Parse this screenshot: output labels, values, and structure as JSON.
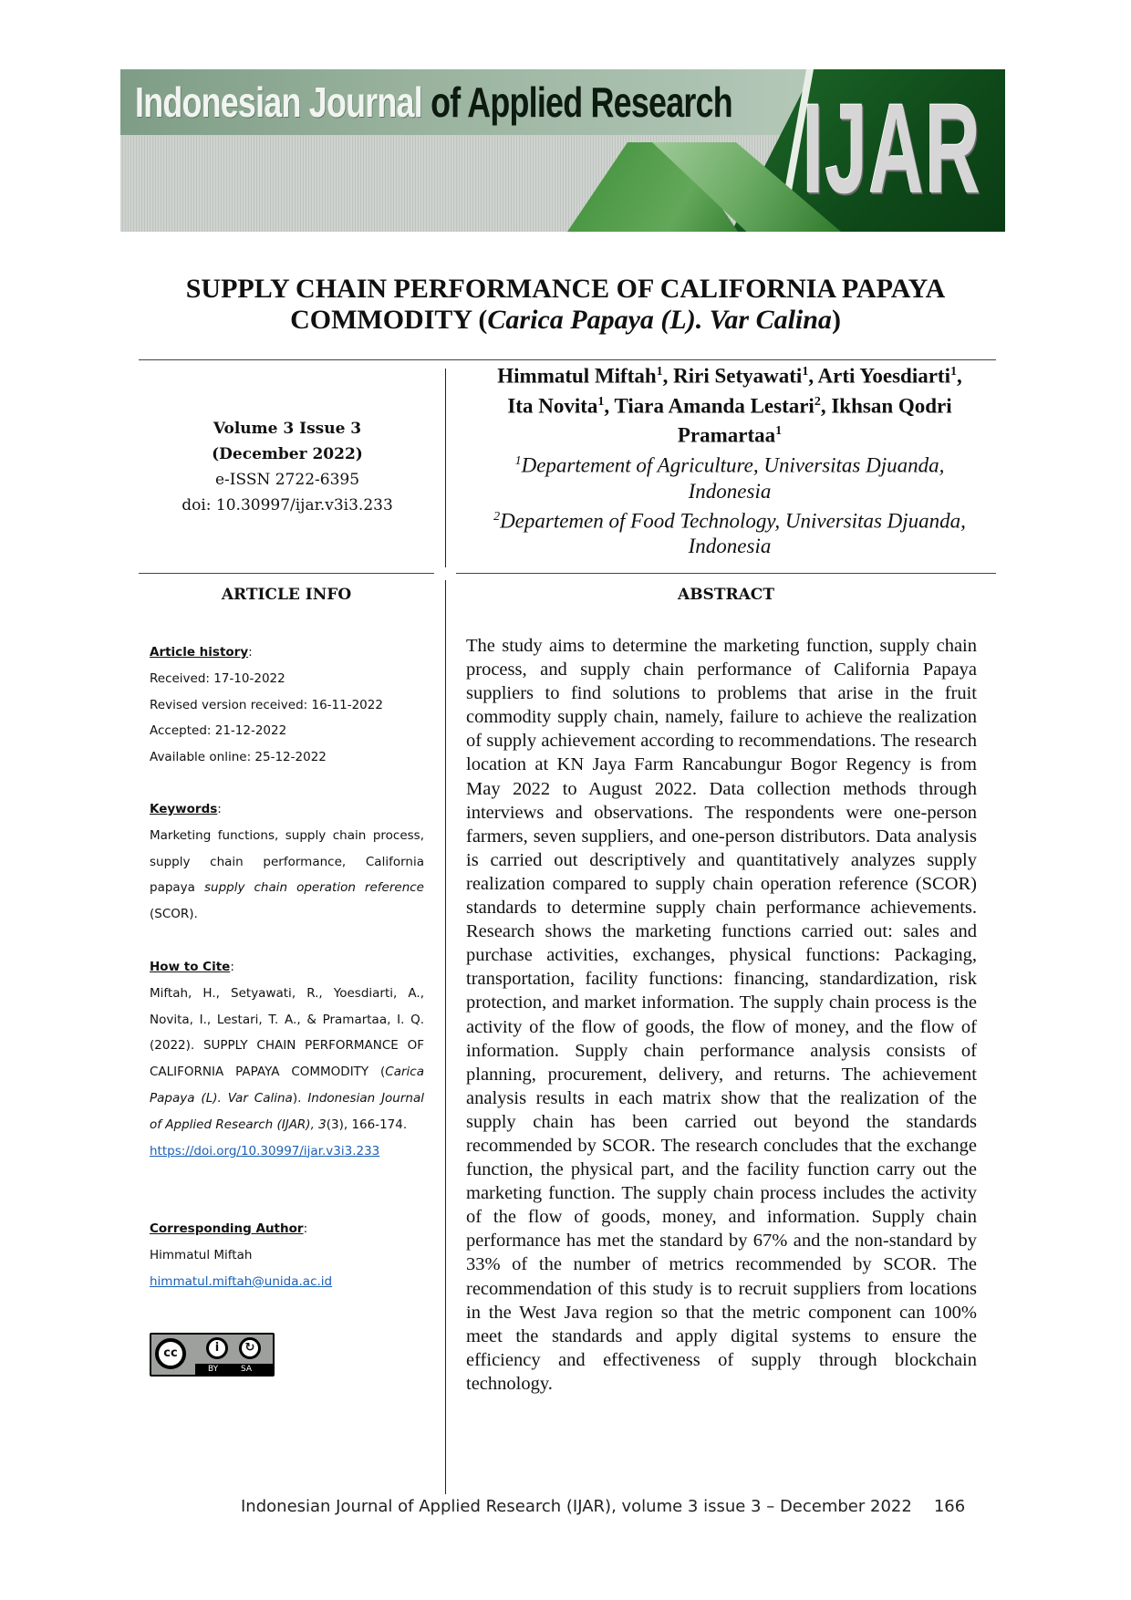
{
  "banner": {
    "title_light": "Indonesian Journal",
    "title_dark": "of Applied Research",
    "logo_text": "IJAR",
    "colors": {
      "green_dark": "#0f4a1a",
      "green_mid": "#3f8f3a",
      "grey": "#c8ccc8"
    }
  },
  "paper": {
    "title_line1": "SUPPLY CHAIN PERFORMANCE OF CALIFORNIA PAPAYA",
    "title_line2_prefix": "COMMODITY (",
    "title_line2_italic": "Carica Papaya (L). Var Calina",
    "title_line2_suffix": ")"
  },
  "issue": {
    "volume": "Volume 3 Issue 3",
    "date": "(December 2022)",
    "issn": "e-ISSN 2722-6395",
    "doi": "doi: 10.30997/ijar.v3i3.233"
  },
  "authors": {
    "a1": "Himmatul Miftah",
    "a1_sup": "1",
    "a2": ", Riri Setyawati",
    "a2_sup": "1",
    "a3": ", Arti Yoesdiarti",
    "a3_sup": "1",
    "a3_end": ",",
    "a4": "Ita Novita",
    "a4_sup": "1",
    "a5": ", Tiara Amanda Lestari",
    "a5_sup": "2",
    "a6": ", Ikhsan Qodri",
    "a6b": "Pramartaa",
    "a6_sup": "1",
    "aff1_sup": "1",
    "aff1_line1": "Departement of Agriculture, Universitas Djuanda,",
    "aff1_line2": "Indonesia",
    "aff2_sup": "2",
    "aff2_line1": "Departemen of Food Technology, Universitas Djuanda,",
    "aff2_line2": "Indonesia"
  },
  "article_info": {
    "heading": "ARTICLE INFO",
    "history_label": "Article history",
    "received": "Received: 17-10-2022",
    "revised": "Revised version received: 16-11-2022",
    "accepted": "Accepted: 21-12-2022",
    "online": "Available online: 25-12-2022",
    "keywords_label": "Keywords",
    "keywords_text": "Marketing functions, supply chain process, supply chain performance, California papaya ",
    "keywords_italic": "supply chain operation reference",
    "keywords_end": " (SCOR).",
    "cite_label": "How to Cite",
    "cite_text": "Miftah, H., Setyawati, R., Yoesdiarti, A., Novita, I., Lestari, T. A., & Pramartaa, I. Q. (2022). SUPPLY CHAIN PERFORMANCE OF CALIFORNIA PAPAYA COMMODITY (",
    "cite_italic1": "Carica Papaya (L). Var Calina",
    "cite_text2": "). ",
    "cite_italic2": "Indonesian Journal of Applied Research (IJAR), 3",
    "cite_text3": "(3), 166-174.",
    "cite_link": "https://doi.org/10.30997/ijar.v3i3.233",
    "corr_label": "Corresponding Author",
    "corr_name": "Himmatul Miftah",
    "corr_email": "himmatul.miftah@unida.ac.id",
    "license": {
      "cc": "cc",
      "by": "BY",
      "sa": "SA"
    }
  },
  "abstract": {
    "heading": "ABSTRACT",
    "text": "The study aims to determine the marketing function, supply chain process, and supply chain performance of California Papaya suppliers to find solutions to problems that arise in the fruit commodity supply chain, namely, failure to achieve the realization of supply achievement according to recommendations. The research location at KN Jaya Farm Rancabungur Bogor Regency is from May 2022 to August 2022. Data collection methods through interviews and observations. The respondents were one-person farmers, seven suppliers, and one-person distributors. Data analysis is carried out descriptively and quantitatively analyzes supply realization compared to supply chain operation reference (SCOR) standards to determine supply chain performance achievements. Research shows the marketing functions carried out: sales and purchase activities, exchanges, physical functions: Packaging, transportation, facility functions: financing, standardization, risk protection, and market information. The supply chain process is the activity of the flow of goods, the flow of money, and the flow of information. Supply chain performance analysis consists of planning, procurement, delivery, and returns. The achievement analysis results in each matrix show that the realization of the supply chain has been carried out beyond the standards recommended by SCOR. The research concludes that the exchange function, the physical part, and the facility function carry out the marketing function. The supply chain process includes the activity of the flow of goods, money, and information. Supply chain performance has met the standard by 67% and the non-standard by 33% of the number of metrics recommended by SCOR. The recommendation of this study is to recruit suppliers from locations in the West Java region so that the metric component can 100% meet the standards and apply digital systems to ensure the efficiency and effectiveness of supply through blockchain technology."
  },
  "footer": {
    "journal": "Indonesian Journal of Applied Research (IJAR), volume 3 issue 3 – December 2022",
    "page": "166"
  }
}
